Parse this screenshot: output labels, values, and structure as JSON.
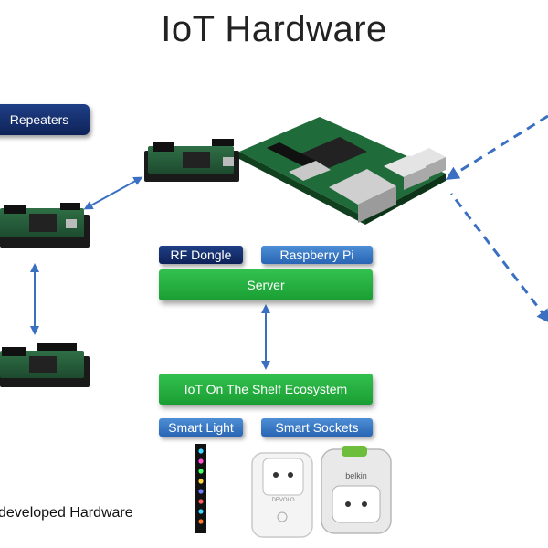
{
  "title": "IoT Hardware",
  "labels": {
    "repeaters": "Repeaters",
    "rf_dongle": "RF Dongle",
    "raspberry_pi": "Raspberry Pi",
    "server": "Server",
    "ecosystem": "IoT On The Shelf Ecosystem",
    "smart_light": "Smart Light",
    "smart_sockets": "Smart Sockets",
    "footer": "developed Hardware"
  },
  "device_brands": {
    "socket_1": "DEVOLO",
    "socket_2": "belkin"
  },
  "colors": {
    "dark_blue": "#0e2258",
    "mid_blue": "#2965b3",
    "green": "#1a9e33",
    "arrow_blue": "#3a6fc2"
  }
}
